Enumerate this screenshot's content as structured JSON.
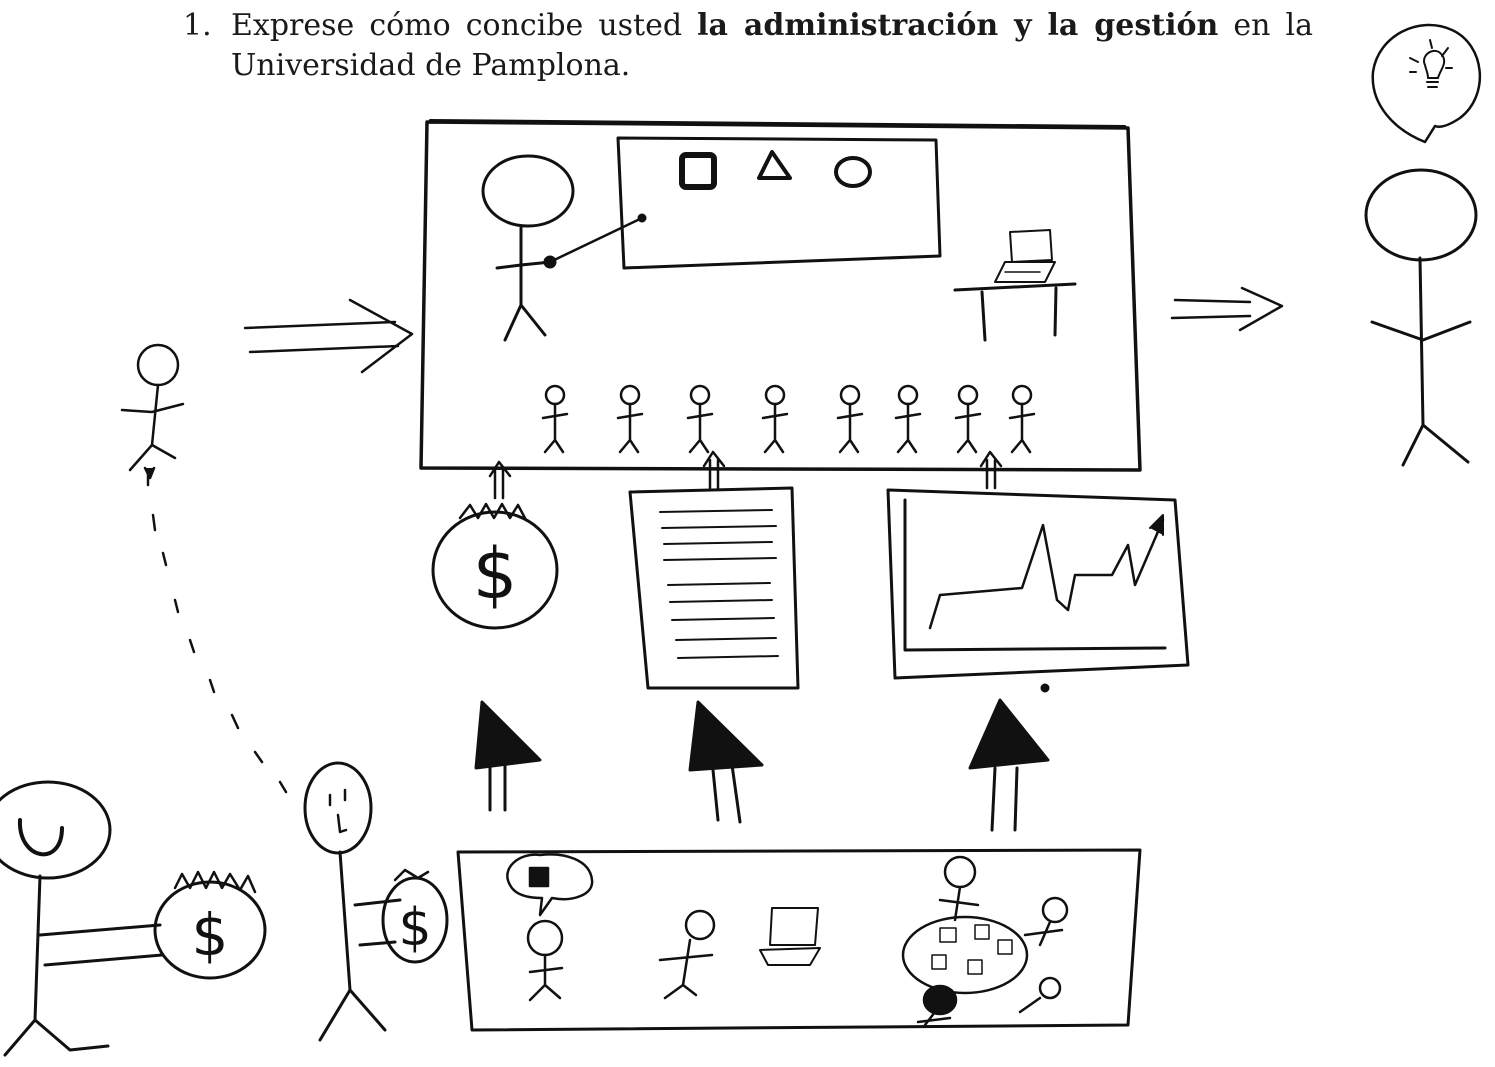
{
  "question": {
    "number": "1.",
    "text_before": "Exprese cómo concibe usted ",
    "text_bold": "la administración y la gestión",
    "text_after": " en la Universidad de Pamplona."
  },
  "drawing": {
    "money_symbol": "$",
    "stroke_color": "#111111"
  }
}
